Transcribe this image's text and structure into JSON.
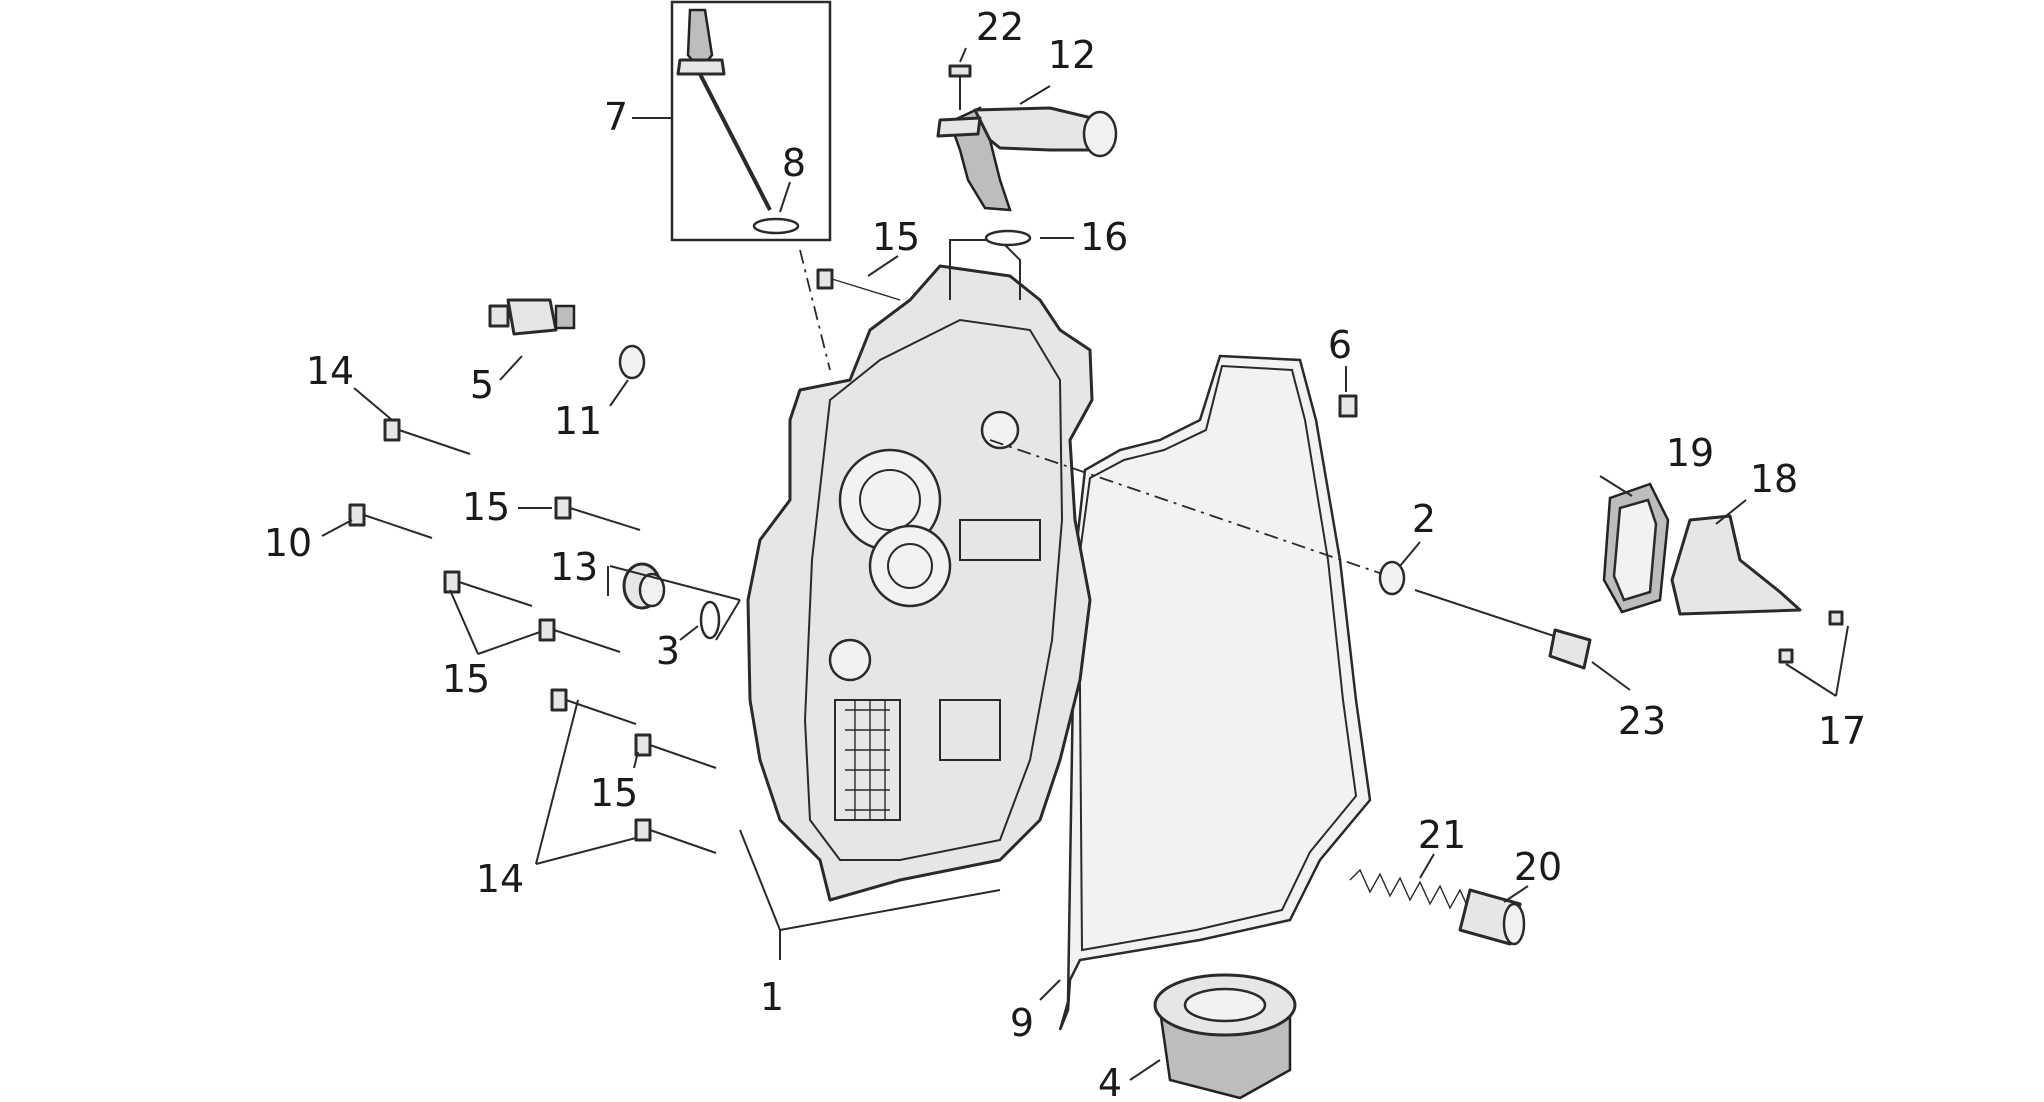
{
  "callouts": [
    {
      "id": "c1",
      "label": "1"
    },
    {
      "id": "c2",
      "label": "2"
    },
    {
      "id": "c3",
      "label": "3"
    },
    {
      "id": "c4",
      "label": "4"
    },
    {
      "id": "c5",
      "label": "5"
    },
    {
      "id": "c6",
      "label": "6"
    },
    {
      "id": "c7",
      "label": "7"
    },
    {
      "id": "c8",
      "label": "8"
    },
    {
      "id": "c9",
      "label": "9"
    },
    {
      "id": "c10",
      "label": "10"
    },
    {
      "id": "c11",
      "label": "11"
    },
    {
      "id": "c12",
      "label": "12"
    },
    {
      "id": "c13",
      "label": "13"
    },
    {
      "id": "c14a",
      "label": "14"
    },
    {
      "id": "c14b",
      "label": "14"
    },
    {
      "id": "c15a",
      "label": "15"
    },
    {
      "id": "c15b",
      "label": "15"
    },
    {
      "id": "c15c",
      "label": "15"
    },
    {
      "id": "c15d",
      "label": "15"
    },
    {
      "id": "c16",
      "label": "16"
    },
    {
      "id": "c17",
      "label": "17"
    },
    {
      "id": "c18",
      "label": "18"
    },
    {
      "id": "c19",
      "label": "19"
    },
    {
      "id": "c20",
      "label": "20"
    },
    {
      "id": "c21",
      "label": "21"
    },
    {
      "id": "c22",
      "label": "22"
    },
    {
      "id": "c23",
      "label": "23"
    }
  ]
}
